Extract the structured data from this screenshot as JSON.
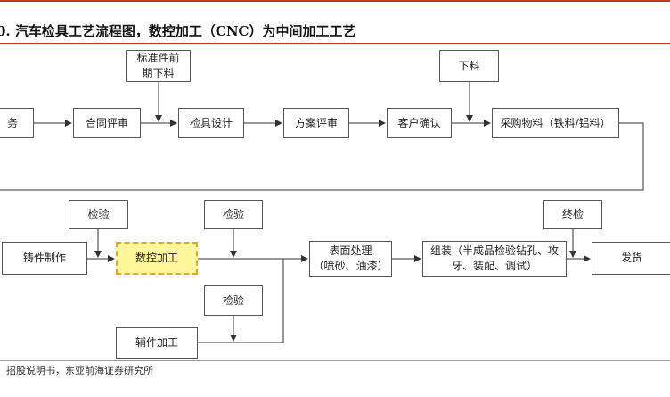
{
  "title": "0. 汽车检具工艺流程图，数控加工（CNC）为中间加工工艺",
  "source": "：招股说明书，东亚前海证券研究所",
  "nodes": {
    "n_task": "务",
    "n_contract": "合同评审",
    "n_std": "标准件前\n期下料",
    "n_design": "检具设计",
    "n_plan": "方案评审",
    "n_confirm": "客户确认",
    "n_cut": "下料",
    "n_purchase": "采购物料（铁料/铝料）",
    "n_insp1": "检验",
    "n_insp2": "检验",
    "n_cast": "铸件制作",
    "n_cnc": "数控加工",
    "n_surface": "表面处理\n（喷砂、油漆）",
    "n_assembly": "组装（半成品检验钻孔、攻\n牙、装配、调试）",
    "n_final": "终检",
    "n_ship": "发货",
    "n_insp3": "检验",
    "n_aux": "辅件加工"
  },
  "colors": {
    "accent_red": "#c0392b",
    "highlight_fill": "#fff799",
    "highlight_border": "#e6a817"
  }
}
